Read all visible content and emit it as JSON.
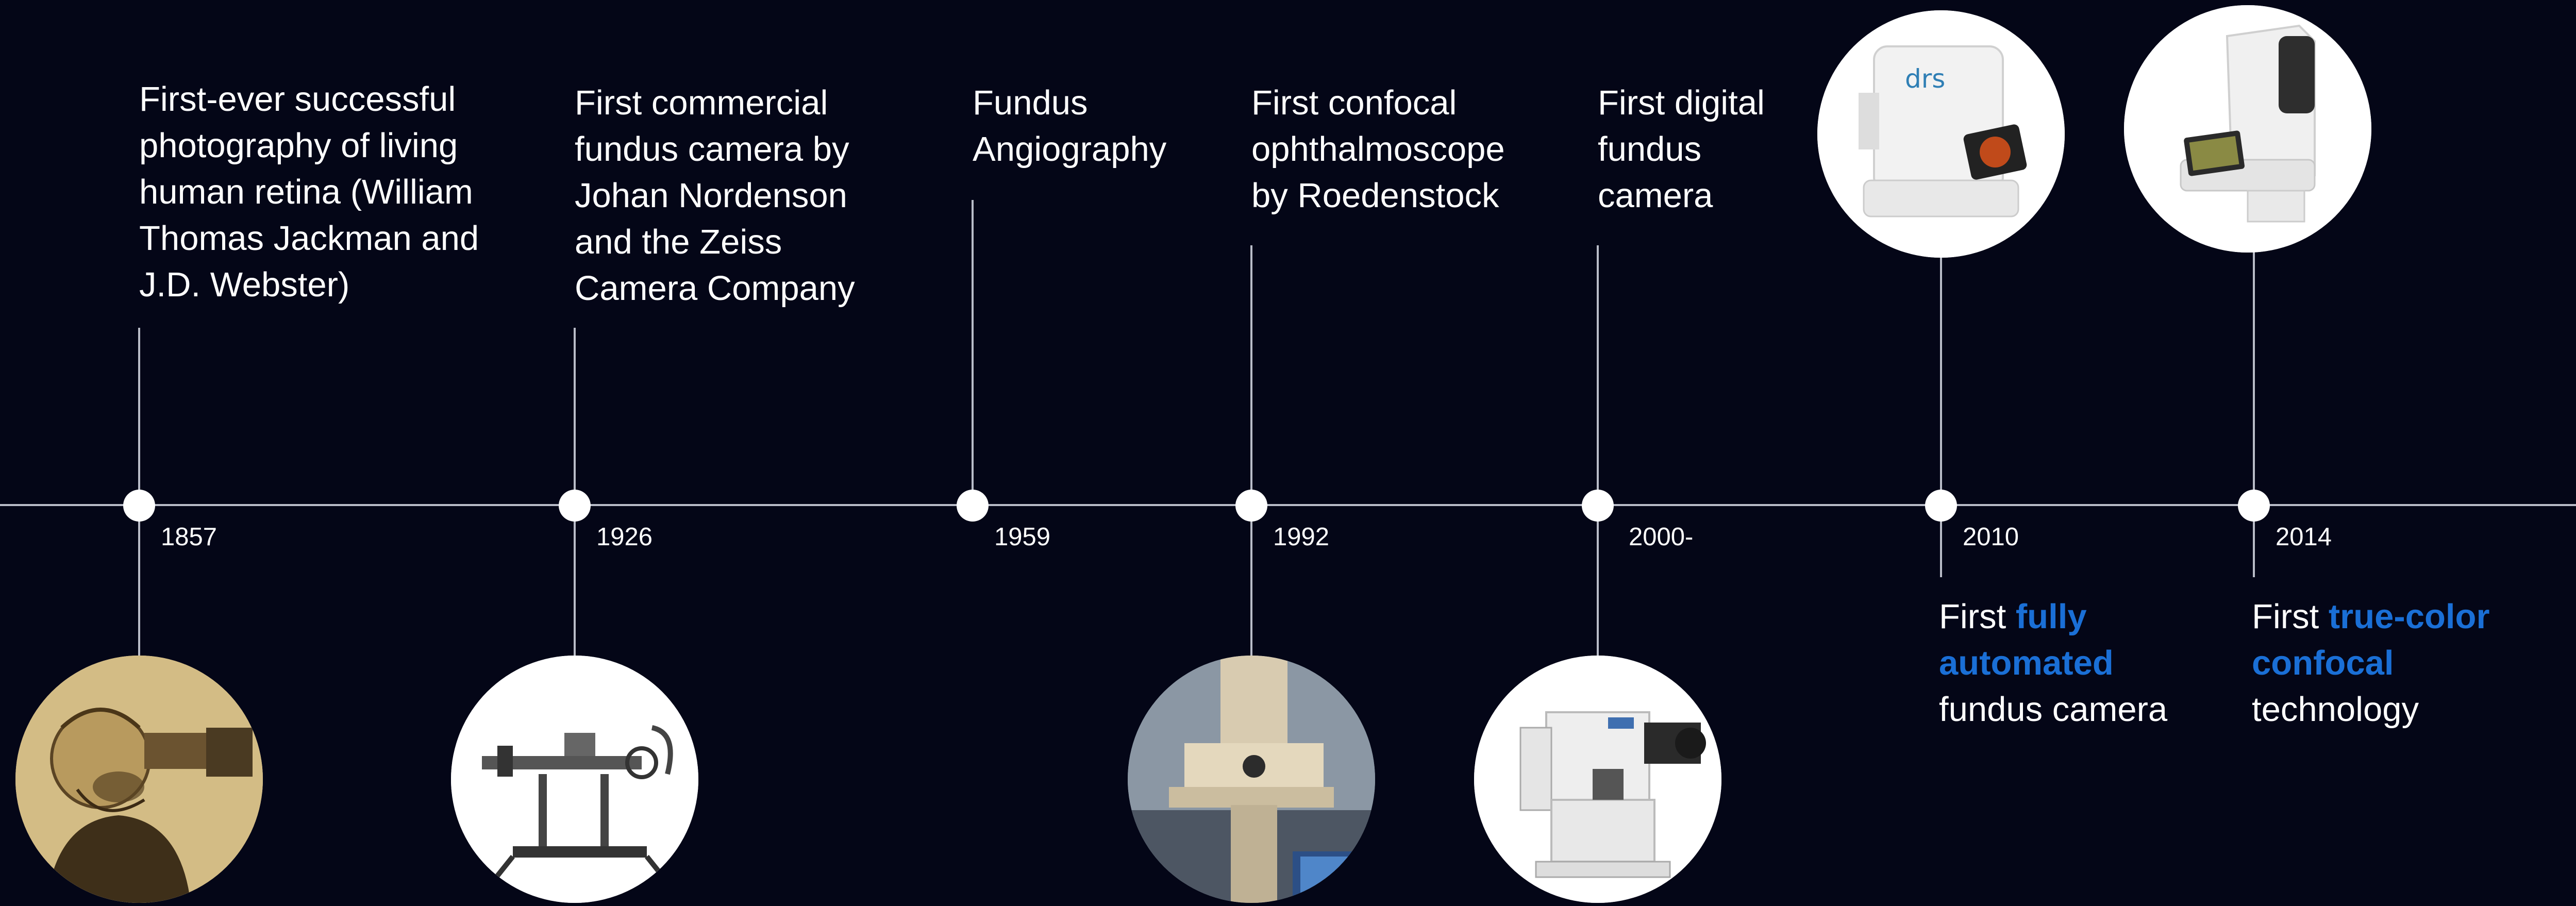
{
  "colors": {
    "background": "#040617",
    "axis": "#b9bcc8",
    "text": "#ffffff",
    "highlight": "#1a6fd6"
  },
  "events": [
    {
      "year": "1857",
      "caption": [
        "First-ever successful",
        "photography of living",
        "human retina (William",
        "Thomas Jackman and",
        "J.D. Webster)"
      ],
      "image": "engraving-portrait-with-camera-icon"
    },
    {
      "year": "1926",
      "caption": [
        "First commercial",
        "fundus camera by",
        "Johan Nordenson",
        "and the Zeiss",
        "Camera Company"
      ],
      "image": "engraving-fundus-camera-icon"
    },
    {
      "year": "1959",
      "caption": [
        "Fundus",
        "Angiography"
      ]
    },
    {
      "year": "1992",
      "caption": [
        "First confocal",
        "ophthalmoscope",
        "by Roedenstock"
      ],
      "image": "confocal-ophthalmoscope-photo-icon"
    },
    {
      "year": "2000-",
      "caption": [
        "First digital",
        "fundus",
        "camera"
      ],
      "image": "digital-fundus-camera-photo-icon"
    },
    {
      "year": "2010",
      "caption_parts": [
        {
          "text": "First ",
          "highlight": false
        },
        {
          "text": "fully",
          "highlight": true
        },
        {
          "text": "automated",
          "highlight": true
        },
        {
          "text": "fundus camera",
          "highlight": false
        }
      ],
      "image": "automated-fundus-camera-icon",
      "logo_text": "drs"
    },
    {
      "year": "2014",
      "caption_parts": [
        {
          "text": "First ",
          "highlight": false
        },
        {
          "text": "true-color",
          "highlight": true
        },
        {
          "text": "confocal",
          "highlight": true
        },
        {
          "text": "technology",
          "highlight": false
        }
      ],
      "image": "true-color-confocal-device-icon"
    }
  ]
}
